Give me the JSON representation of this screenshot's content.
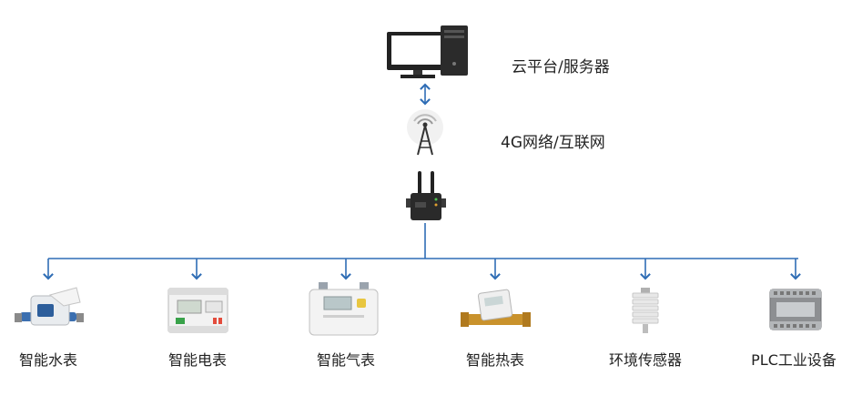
{
  "nodes": {
    "cloud": {
      "label": "云平台/服务器",
      "icon": "desktop-computer-icon"
    },
    "network": {
      "label": "4G网络/互联网",
      "icon": "cell-tower-icon"
    },
    "gateway": {
      "icon": "4g-gateway-router-icon"
    }
  },
  "devices": [
    {
      "label": "智能水表",
      "icon": "water-meter-icon"
    },
    {
      "label": "智能电表",
      "icon": "electric-meter-icon"
    },
    {
      "label": "智能气表",
      "icon": "gas-meter-icon"
    },
    {
      "label": "智能热表",
      "icon": "heat-meter-icon"
    },
    {
      "label": "环境传感器",
      "icon": "environment-sensor-icon"
    },
    {
      "label": "PLC工业设备",
      "icon": "plc-device-icon"
    }
  ],
  "colors": {
    "connector": "#2f6db5",
    "text": "#222222"
  }
}
